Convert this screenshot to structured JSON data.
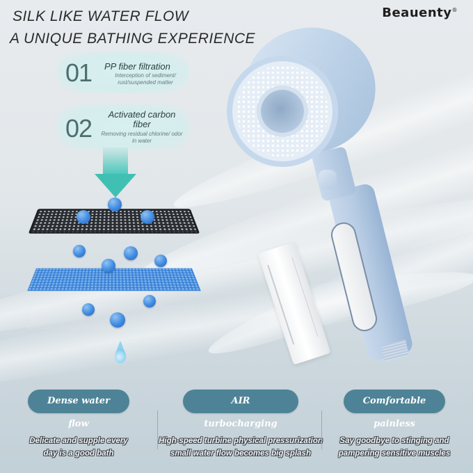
{
  "headline": {
    "line1": "SILK LIKE WATER FLOW",
    "line2": "A UNIQUE BATHING EXPERIENCE"
  },
  "brand": {
    "name": "Beauenty",
    "mark": "®"
  },
  "filtration_steps": [
    {
      "number": "01",
      "title": "PP fiber filtration",
      "description": "Interception of sediment/ rust/suspended matter"
    },
    {
      "number": "02",
      "title": "Activated carbon fiber",
      "description": "Removing residual chlorine/ odor in water"
    }
  ],
  "filter_layers": [
    "black-mesh-layer",
    "blue-fiber-layer",
    "cyan-fiber-layer"
  ],
  "features": [
    {
      "title": "Dense water flow",
      "description_line1": "Delicate and supple every",
      "description_line2": "day is a good bath"
    },
    {
      "title": "AIR turbocharging",
      "description_line1": "High-speed turbine physical pressurization",
      "description_line2": "small water flow becomes big splash"
    },
    {
      "title": "Comfortable painless",
      "description_line1": "Say goodbye to stinging and",
      "description_line2": "pampering sensitive muscles"
    }
  ],
  "colors": {
    "pill_background": "#4e8397",
    "arrow": "#3fc0b2",
    "shower_head": "#b9cfe6",
    "background": "#e4e9ec"
  }
}
